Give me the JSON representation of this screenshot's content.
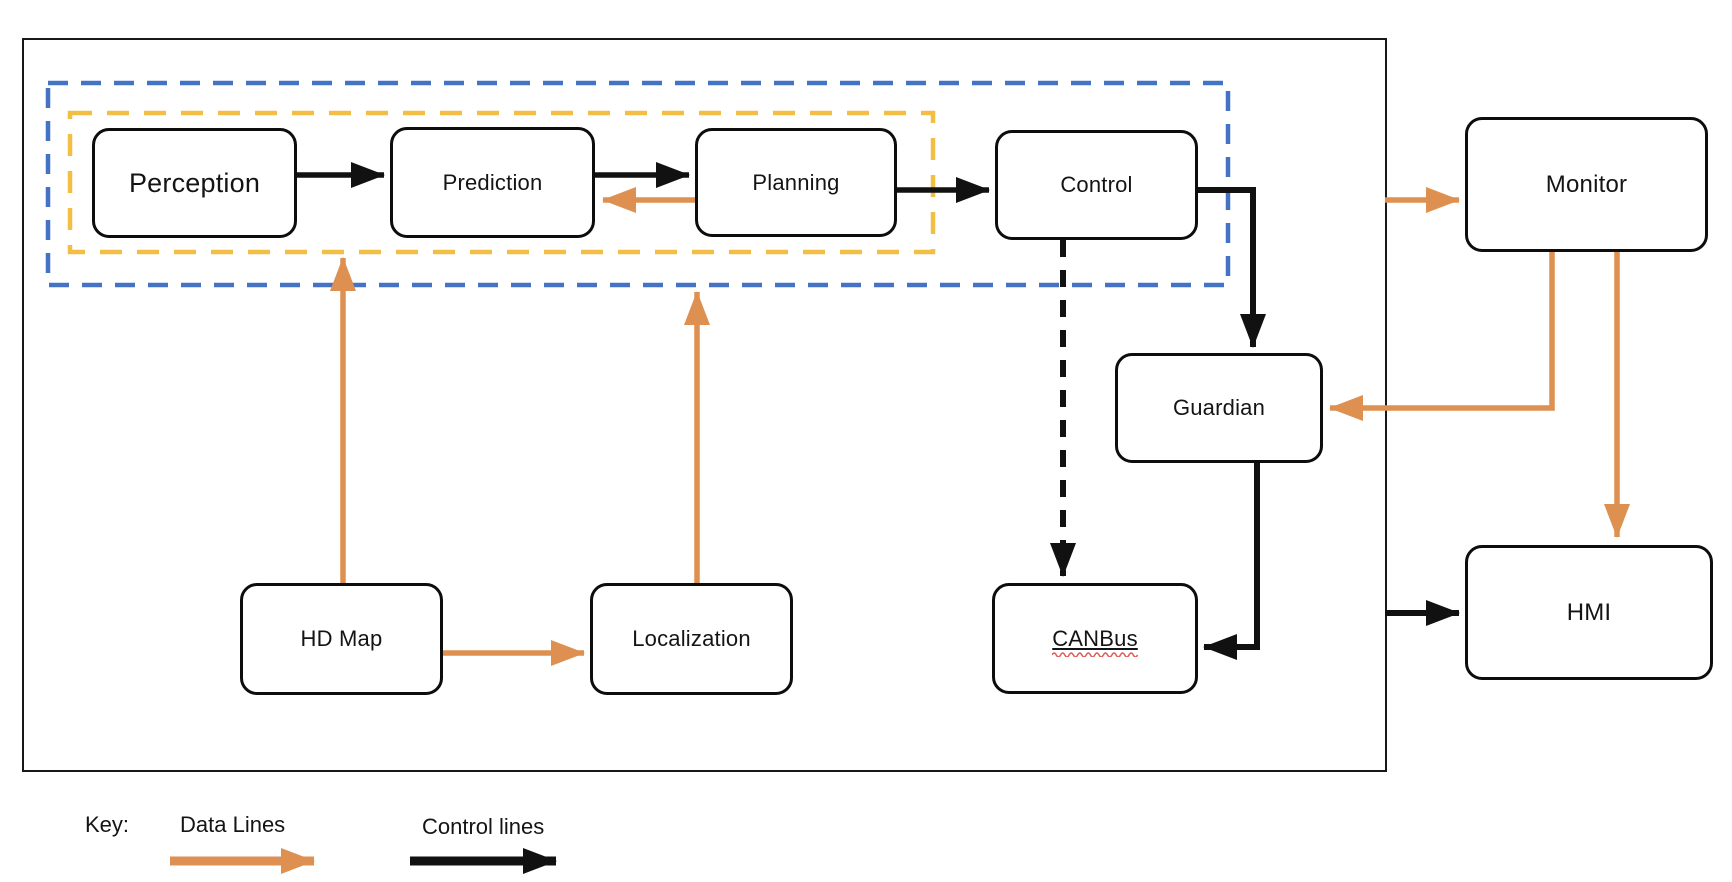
{
  "diagram": {
    "title_none_visible": "",
    "nodes": {
      "perception": {
        "label": "Perception"
      },
      "prediction": {
        "label": "Prediction"
      },
      "planning": {
        "label": "Planning"
      },
      "control": {
        "label": "Control"
      },
      "monitor": {
        "label": "Monitor"
      },
      "guardian": {
        "label": "Guardian"
      },
      "hdmap": {
        "label": "HD Map"
      },
      "localization": {
        "label": "Localization"
      },
      "canbus": {
        "label": "CANBus"
      },
      "hmi": {
        "label": "HMI"
      }
    },
    "groups": {
      "outer_solid_box": {
        "style": "solid black rectangle"
      },
      "blue_dashed_box": {
        "color": "#4472C4",
        "contains": [
          "perception",
          "prediction",
          "planning",
          "control"
        ]
      },
      "orange_dashed_box": {
        "color": "#F3BE44",
        "contains": [
          "perception",
          "prediction",
          "planning"
        ]
      }
    },
    "edges": [
      {
        "from": "perception",
        "to": "prediction",
        "type": "control"
      },
      {
        "from": "prediction",
        "to": "planning",
        "type": "control"
      },
      {
        "from": "planning",
        "to": "control",
        "type": "control"
      },
      {
        "from": "control",
        "to": "guardian",
        "type": "control"
      },
      {
        "from": "guardian",
        "to": "canbus",
        "type": "control"
      },
      {
        "from": "control",
        "to": "canbus",
        "type": "control-dashed"
      },
      {
        "from": "stack-boundary",
        "to": "hmi",
        "type": "control"
      },
      {
        "from": "planning",
        "to": "prediction",
        "type": "data"
      },
      {
        "from": "hdmap",
        "to": "orange-group",
        "type": "data"
      },
      {
        "from": "localization",
        "to": "blue-group",
        "type": "data"
      },
      {
        "from": "hdmap",
        "to": "localization",
        "type": "data"
      },
      {
        "from": "stack-boundary",
        "to": "monitor",
        "type": "data"
      },
      {
        "from": "monitor",
        "to": "guardian",
        "type": "data"
      },
      {
        "from": "monitor",
        "to": "hmi",
        "type": "data"
      }
    ],
    "key": {
      "title": "Key:",
      "data_lines_label": "Data Lines",
      "control_lines_label": "Control lines"
    },
    "colors": {
      "data_line_orange": "#DE9050",
      "control_line_black": "#111111",
      "blue_dashed": "#4472C4",
      "orange_dashed": "#F3BE44",
      "spellcheck_squiggle_red": "#E05C5C"
    }
  }
}
